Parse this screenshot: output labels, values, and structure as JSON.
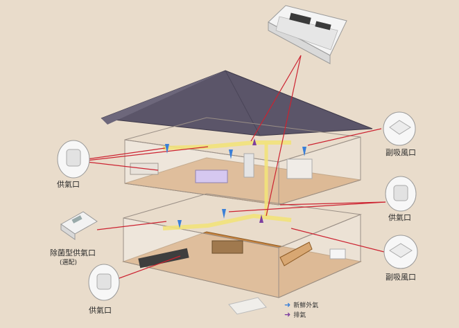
{
  "labels": {
    "supply_left": "供氣口",
    "antibac_supply": "除菌型供氣口",
    "antibac_option": "(選配)",
    "supply_bottom_left": "供氣口",
    "return_top_right": "副吸風口",
    "supply_right": "供氣口",
    "return_bottom_right": "副吸風口"
  },
  "legend": {
    "fresh_air": "新鮮外氣",
    "exhaust": "排氣"
  },
  "colors": {
    "background": "#e9dccb",
    "roof": "#5b5569",
    "floor": "#c7843f",
    "duct": "#f2e27a",
    "pointer_line": "#cc2230",
    "fresh_arrow": "#3a7fd8",
    "exhaust_arrow": "#7d3fa0"
  }
}
